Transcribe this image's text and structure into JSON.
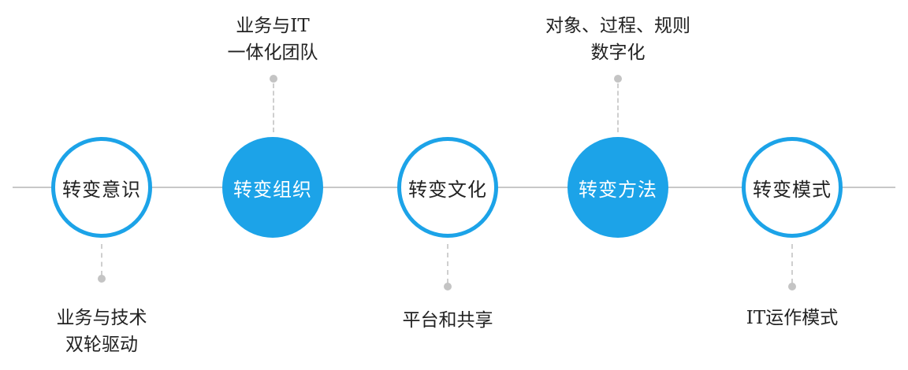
{
  "stages": [
    {
      "label": "转变意识",
      "style": "outline"
    },
    {
      "label": "转变组织",
      "style": "filled"
    },
    {
      "label": "转变文化",
      "style": "outline"
    },
    {
      "label": "转变方法",
      "style": "filled"
    },
    {
      "label": "转变模式",
      "style": "outline"
    }
  ],
  "annotations": {
    "stage1_below": [
      "业务与技术",
      "双轮驱动"
    ],
    "stage2_above": [
      "业务与IT",
      "一体化团队"
    ],
    "stage3_below": [
      "平台和共享"
    ],
    "stage4_above": [
      "对象、过程、规则",
      "数字化"
    ],
    "stage5_below": [
      "IT运作模式"
    ]
  },
  "colors": {
    "accent": "#1ca3e8",
    "line": "#c8c8c8",
    "dot": "#c4c4c4"
  }
}
